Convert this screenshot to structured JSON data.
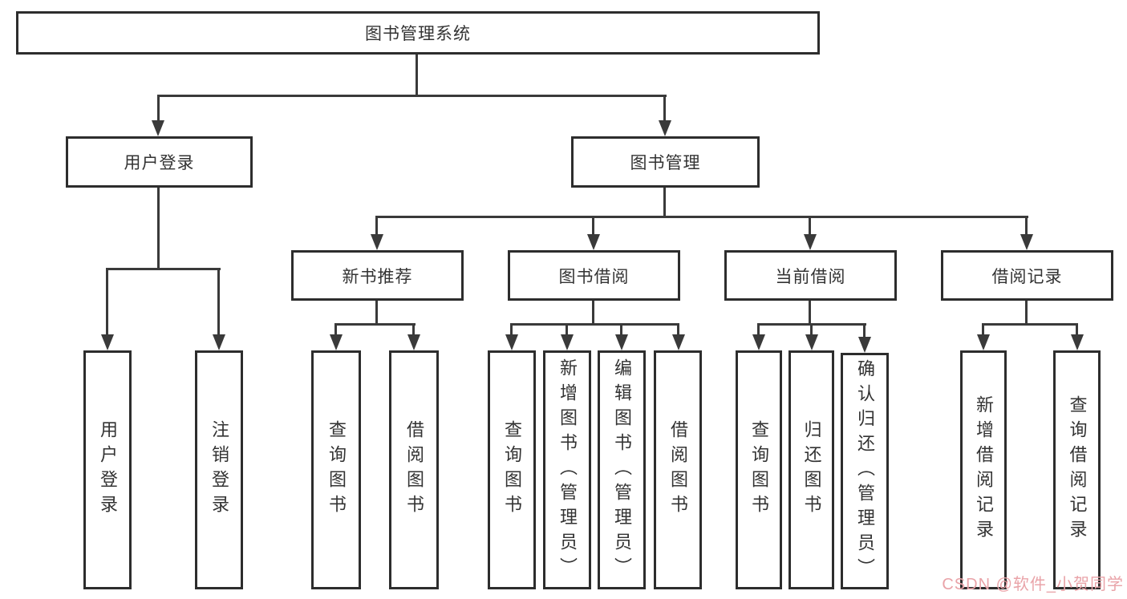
{
  "diagram_type": "functional-structure-tree",
  "tree": {
    "root": {
      "label": "图书管理系统"
    },
    "branches": [
      {
        "label": "用户登录",
        "children": [
          {
            "label": "用户登录"
          },
          {
            "label": "注销登录"
          }
        ]
      },
      {
        "label": "图书管理",
        "groups": [
          {
            "label": "新书推荐",
            "children": [
              {
                "label": "查询图书"
              },
              {
                "label": "借阅图书"
              }
            ]
          },
          {
            "label": "图书借阅",
            "children": [
              {
                "label": "查询图书"
              },
              {
                "label": "新增图书（管理员）"
              },
              {
                "label": "编辑图书（管理员）"
              },
              {
                "label": "借阅图书"
              }
            ]
          },
          {
            "label": "当前借阅",
            "children": [
              {
                "label": "查询图书"
              },
              {
                "label": "归还图书"
              },
              {
                "label": "确认归还（管理员）"
              }
            ]
          },
          {
            "label": "借阅记录",
            "children": [
              {
                "label": "新增借阅记录"
              },
              {
                "label": "查询借阅记录"
              }
            ]
          }
        ]
      }
    ]
  },
  "watermark": {
    "text": "CSDN @软件_小贺同学"
  },
  "colors": {
    "line": "#3a3a3a",
    "box_border": "#2d2d2d",
    "text": "#333333",
    "background": "#ffffff",
    "watermark": "#e9a3a8"
  }
}
